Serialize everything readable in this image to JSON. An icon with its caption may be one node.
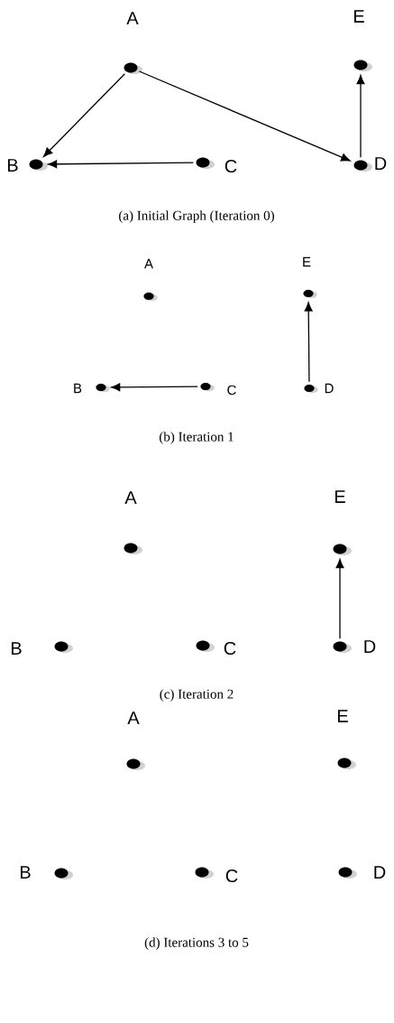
{
  "diagram": {
    "nodes": [
      {
        "text": [],
        "shape": "circle",
        "beside": [
          "A"
        ]
      },
      {
        "text": [],
        "shape": "circle",
        "beside": [
          "E"
        ]
      },
      {
        "text": [],
        "shape": "circle",
        "beside": [
          "B"
        ]
      },
      {
        "text": [],
        "shape": "circle",
        "beside": [
          "C"
        ]
      },
      {
        "text": [],
        "shape": "circle",
        "beside": [
          "D"
        ]
      },
      {
        "text": [],
        "shape": "circle",
        "beside": [
          "A"
        ]
      },
      {
        "text": [],
        "shape": "circle",
        "beside": [
          "E"
        ]
      },
      {
        "text": [],
        "shape": "circle",
        "beside": [
          "B"
        ]
      },
      {
        "text": [],
        "shape": "circle",
        "beside": [
          "C"
        ]
      },
      {
        "text": [],
        "shape": "circle",
        "beside": [
          "D"
        ]
      },
      {
        "text": [],
        "shape": "circle",
        "beside": [
          "A"
        ]
      },
      {
        "text": [],
        "shape": "circle",
        "beside": [
          "E"
        ]
      },
      {
        "text": [],
        "shape": "circle",
        "beside": [
          "B"
        ]
      },
      {
        "text": [],
        "shape": "circle",
        "beside": [
          "C"
        ]
      },
      {
        "text": [],
        "shape": "circle",
        "beside": [
          "D"
        ]
      },
      {
        "text": [],
        "shape": "circle",
        "beside": [
          "A"
        ]
      },
      {
        "text": [],
        "shape": "circle",
        "beside": [
          "E"
        ]
      },
      {
        "text": [],
        "shape": "circle",
        "beside": [
          "B"
        ]
      },
      {
        "text": [],
        "shape": "circle",
        "beside": [
          "C"
        ]
      },
      {
        "text": [],
        "shape": "circle",
        "beside": [
          "D"
        ]
      }
    ],
    "edges": [
      {
        "from": 0,
        "to": 2,
        "arrow": "to"
      },
      {
        "from": 0,
        "to": 4,
        "arrow": "to"
      },
      {
        "from": 3,
        "to": 2,
        "arrow": "to"
      },
      {
        "from": 4,
        "to": 1,
        "arrow": "to"
      },
      {
        "from": 8,
        "to": 7,
        "arrow": "to"
      },
      {
        "from": 9,
        "to": 6,
        "arrow": "to"
      },
      {
        "from": 14,
        "to": 11,
        "arrow": "to"
      }
    ],
    "labels": [
      "(a) Initial Graph (Iteration 0)",
      "(b) Iteration 1",
      "(c) Iteration 2",
      "(d) Iterations 3 to 5"
    ]
  }
}
